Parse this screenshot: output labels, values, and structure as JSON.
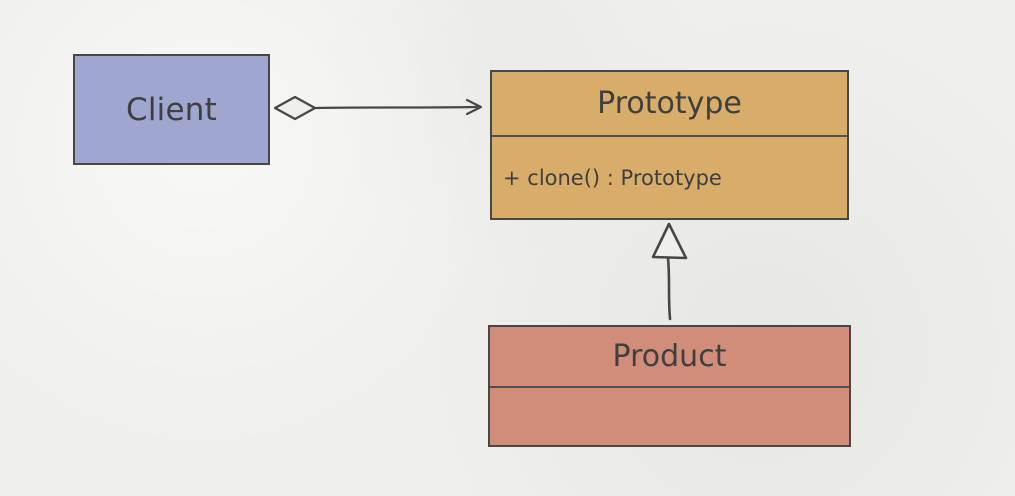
{
  "diagram": {
    "type": "uml-class",
    "client": {
      "name": "Client"
    },
    "prototype": {
      "name": "Prototype",
      "methods": [
        "+ clone() : Prototype"
      ]
    },
    "product": {
      "name": "Product",
      "methods": []
    },
    "relations": [
      {
        "from": "Client",
        "to": "Prototype",
        "kind": "aggregation"
      },
      {
        "from": "Product",
        "to": "Prototype",
        "kind": "generalization"
      }
    ],
    "colors": {
      "client": "#9fa6cf",
      "prototype": "#d8ad69",
      "product": "#d28d7a",
      "line": "#474747",
      "background": "#efefec"
    }
  }
}
